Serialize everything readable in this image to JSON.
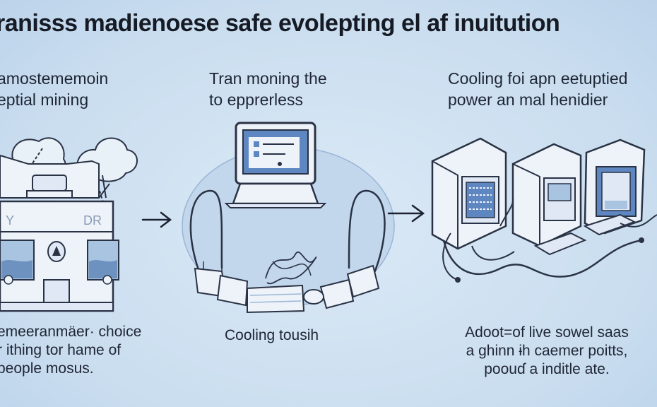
{
  "title": "ranisss madienoese safe evolepting el af inuitution",
  "steps": [
    {
      "heading": "amostememoin\neptial mining",
      "caption": "emeeranmäer· choice\nr ithing tor hame of\npeople mosus.",
      "icon": "building-icon"
    },
    {
      "heading": "Tran moning the\nto epprerless",
      "caption": "Cooling tousih",
      "icon": "laptop-cooling-icon"
    },
    {
      "heading": "Cooling foi apn eetuptied\npower an mal henidier",
      "caption": "Adoot=of live sowel saas\na ghinn ɨh caemer poitts,\npoouɗ a inditle ate.",
      "icon": "server-units-icon"
    }
  ],
  "building_sign_letters": [
    "Y",
    "DR"
  ],
  "colors": {
    "background": "#cfe1f1",
    "ink": "#1c2230",
    "line": "#2a3345",
    "fill_light": "#eef3fa",
    "fill_mid": "#a9c4e0",
    "screen": "#5e87c2"
  }
}
